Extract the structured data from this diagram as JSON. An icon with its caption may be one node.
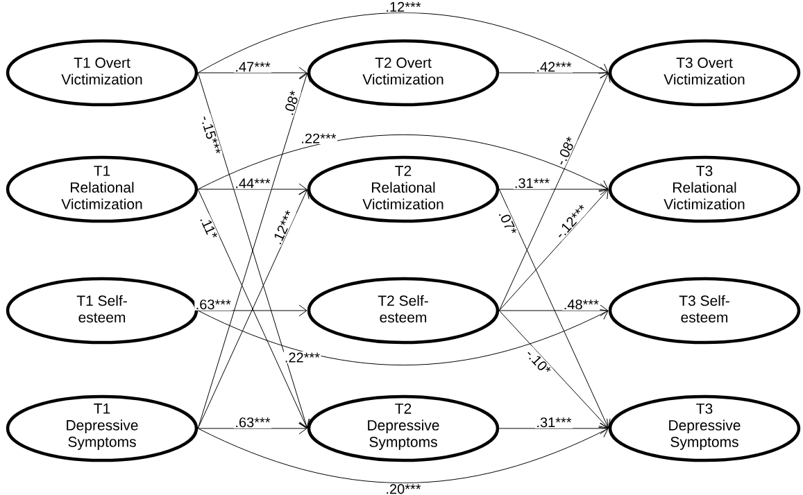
{
  "diagram": {
    "nodes": [
      {
        "text": [
          "T1 Overt Victimization"
        ]
      },
      {
        "text": [
          "T2 Overt Victimization"
        ]
      },
      {
        "text": [
          "T3 Overt Victimization"
        ]
      },
      {
        "text": [
          "T1 Relational Victimization"
        ]
      },
      {
        "text": [
          "T2 Relational Victimization"
        ]
      },
      {
        "text": [
          "T3 Relational Victimization"
        ]
      },
      {
        "text": [
          "T1 Self-esteem"
        ]
      },
      {
        "text": [
          "T2 Self-esteem"
        ]
      },
      {
        "text": [
          "T3 Self-esteem"
        ]
      },
      {
        "text": [
          "T1 Depressive Symptoms"
        ]
      },
      {
        "text": [
          "T2 Depressive Symptoms"
        ]
      },
      {
        "text": [
          "T3 Depressive Symptoms"
        ]
      }
    ],
    "edges": [
      {
        "from": 0,
        "to": 1,
        "arrow": "to",
        "label": ".47***"
      },
      {
        "from": 1,
        "to": 2,
        "arrow": "to",
        "label": ".42***"
      },
      {
        "from": 0,
        "to": 2,
        "arrow": "to",
        "label": ".12***"
      },
      {
        "from": 0,
        "to": 10,
        "arrow": "to",
        "label": "-.15***"
      },
      {
        "from": 9,
        "to": 1,
        "arrow": "to",
        "label": ".08*"
      },
      {
        "from": 3,
        "to": 4,
        "arrow": "to",
        "label": ".44***"
      },
      {
        "from": 3,
        "to": 5,
        "arrow": "to",
        "label": ".22***"
      },
      {
        "from": 3,
        "to": 10,
        "arrow": "to",
        "label": ".11*"
      },
      {
        "from": 9,
        "to": 4,
        "arrow": "to",
        "label": ".12***"
      },
      {
        "from": 6,
        "to": 7,
        "arrow": "to",
        "label": ".63***"
      },
      {
        "from": 6,
        "to": 8,
        "arrow": "to",
        "label": ".22***"
      },
      {
        "from": 9,
        "to": 10,
        "arrow": "to",
        "label": ".63***"
      },
      {
        "from": 9,
        "to": 11,
        "arrow": "to",
        "label": ".20***"
      },
      {
        "from": 4,
        "to": 5,
        "arrow": "to",
        "label": ".31***"
      },
      {
        "from": 4,
        "to": 11,
        "arrow": "to",
        "label": ".07*"
      },
      {
        "from": 7,
        "to": 2,
        "arrow": "to",
        "label": "-.08*"
      },
      {
        "from": 7,
        "to": 5,
        "arrow": "to",
        "label": "-.12***"
      },
      {
        "from": 7,
        "to": 8,
        "arrow": "to",
        "label": ".48***"
      },
      {
        "from": 7,
        "to": 11,
        "arrow": "to",
        "label": "-.10*"
      },
      {
        "from": 10,
        "to": 11,
        "arrow": "to",
        "label": ".31***"
      }
    ]
  }
}
